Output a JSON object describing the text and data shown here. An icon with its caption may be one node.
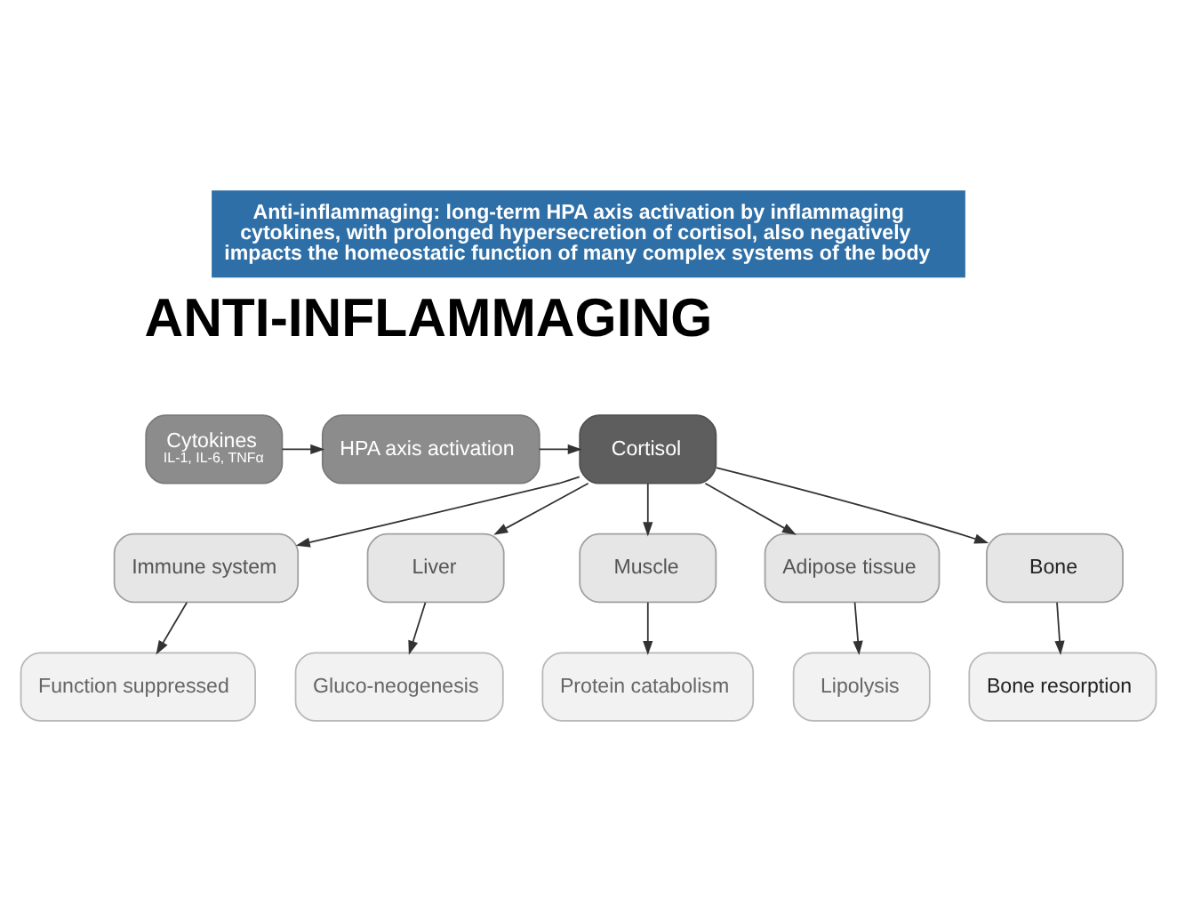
{
  "diagram": {
    "title": "Anti-inflammaging: long-term HPA axis activation by inflammaging cytokines, with prolonged hypersecretion of cortisol, also negatively impacts the homeostatic function of many complex systems of the body",
    "nodes": [
      {
        "text": [
          "Cytokines",
          "IL-1, IL-6, TNFα"
        ]
      },
      {
        "text": [
          "HPA axis activation"
        ]
      },
      {
        "text": [
          "Cortisol"
        ]
      },
      {
        "text": [
          "Immune system"
        ]
      },
      {
        "text": [
          "Liver"
        ]
      },
      {
        "text": [
          "Muscle"
        ]
      },
      {
        "text": [
          "Adipose tissue"
        ]
      },
      {
        "text": [
          "Bone"
        ]
      },
      {
        "text": [
          "Function suppressed"
        ]
      },
      {
        "text": [
          "Gluco-neogenesis"
        ]
      },
      {
        "text": [
          "Protein catabolism"
        ]
      },
      {
        "text": [
          "Lipolysis"
        ]
      },
      {
        "text": [
          "Bone resorption"
        ]
      }
    ],
    "edges": [
      {
        "from": 0,
        "to": 1,
        "arrow": "to"
      },
      {
        "from": 1,
        "to": 2,
        "arrow": "to"
      },
      {
        "from": 2,
        "to": 3,
        "arrow": "to"
      },
      {
        "from": 2,
        "to": 4,
        "arrow": "to"
      },
      {
        "from": 2,
        "to": 5,
        "arrow": "to"
      },
      {
        "from": 2,
        "to": 6,
        "arrow": "to"
      },
      {
        "from": 2,
        "to": 7,
        "arrow": "to"
      },
      {
        "from": 3,
        "to": 8,
        "arrow": "to"
      },
      {
        "from": 4,
        "to": 9,
        "arrow": "to"
      },
      {
        "from": 5,
        "to": 10,
        "arrow": "to"
      },
      {
        "from": 6,
        "to": 11,
        "arrow": "to"
      },
      {
        "from": 7,
        "to": 12,
        "arrow": "to"
      }
    ],
    "labels": [
      "ANTI-INFLAMMAGING"
    ]
  }
}
